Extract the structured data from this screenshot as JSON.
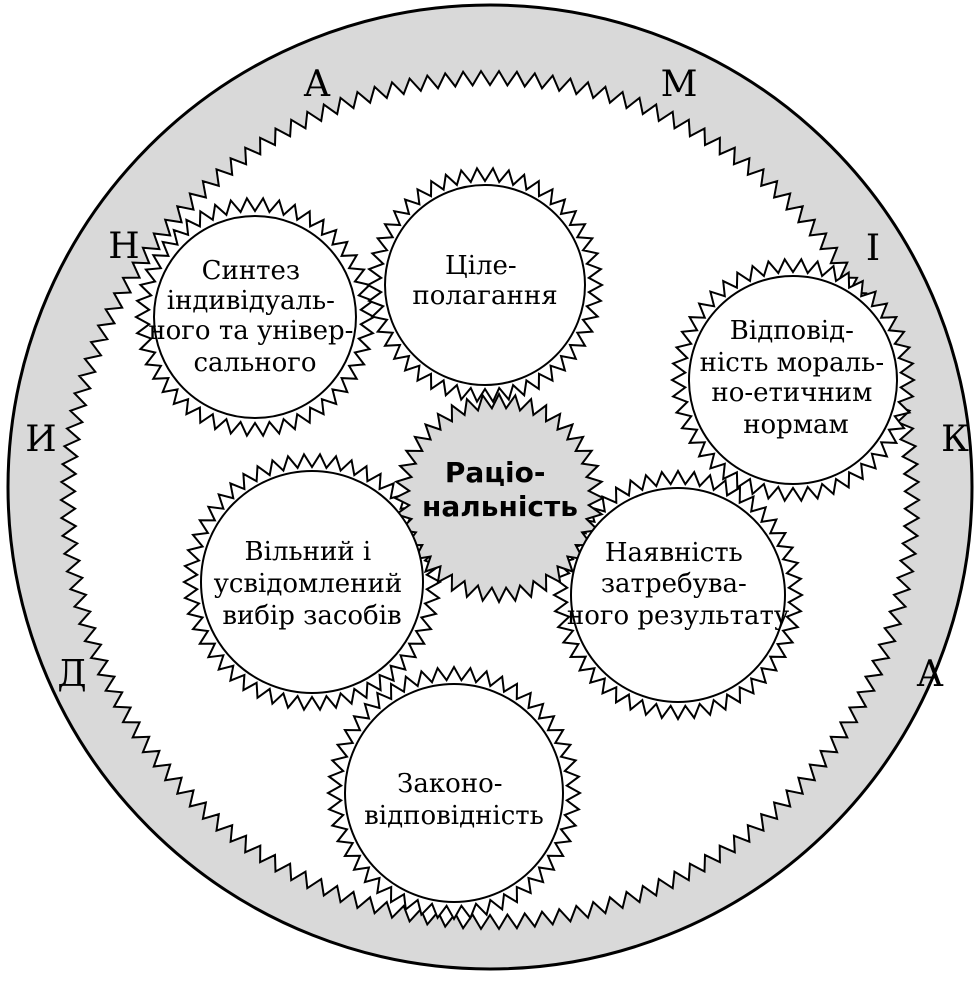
{
  "ring_letters": [
    "А",
    "М",
    "Н",
    "І",
    "И",
    "К",
    "Д",
    "А"
  ],
  "center": {
    "lines": [
      "Раціо-",
      "нальність"
    ]
  },
  "gears": [
    {
      "id": "synthesis",
      "lines": [
        "Синтез",
        "індивідуаль-",
        "ного та універ-",
        "сального"
      ]
    },
    {
      "id": "goal-setting",
      "lines": [
        "Ціле-",
        "полагання"
      ]
    },
    {
      "id": "moral-conformity",
      "lines": [
        "Відповід-",
        "ність мораль-",
        "но-етичним",
        "нормам"
      ]
    },
    {
      "id": "free-choice",
      "lines": [
        "Вільний і",
        "усвідомлений",
        "вибір засобів"
      ]
    },
    {
      "id": "demanded-result",
      "lines": [
        "Наявність",
        "затребува-",
        "ного результату"
      ]
    },
    {
      "id": "lawfulness",
      "lines": [
        "Законо-",
        "відповідність"
      ]
    }
  ],
  "colors": {
    "ring_fill": "#d9d9d9",
    "center_fill": "#d9d9d9",
    "gear_fill": "#ffffff",
    "stroke": "#000000"
  }
}
